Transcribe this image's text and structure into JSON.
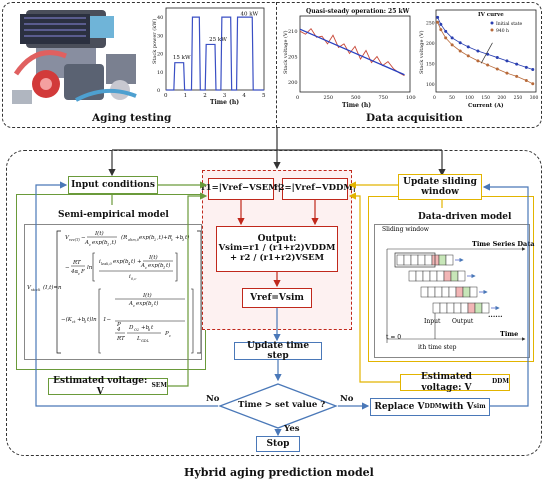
{
  "top": {
    "aging_label": "Aging testing",
    "acq_label": "Data acquisition",
    "power_plot": {
      "ylabel": "Stack power (kW)",
      "xlabel": "Time (h)",
      "xticks": [
        "0",
        "1",
        "2",
        "3",
        "4",
        "5"
      ],
      "yticks": [
        "0",
        "10",
        "20",
        "30",
        "40"
      ],
      "annotations": [
        "15 kW",
        "25 kW",
        "40 kW"
      ]
    },
    "voltage_plot": {
      "title": "Quasi-steady operation: 25 kW",
      "ylabel": "Stack voltage (V)",
      "xlabel": "Time (h)",
      "xticks": [
        "0",
        "250",
        "500",
        "750",
        "1000"
      ],
      "yticks": [
        "200",
        "205",
        "210"
      ]
    },
    "iv_plot": {
      "title": "IV curve",
      "ylabel": "Stack voltage (V)",
      "xlabel": "Current (A)",
      "xticks": [
        "0",
        "50",
        "100",
        "150",
        "200",
        "250",
        "300"
      ],
      "yticks": [
        "100",
        "150",
        "200",
        "250"
      ],
      "legend": [
        "Initial state",
        "940 h"
      ]
    }
  },
  "chart_data": [
    {
      "type": "line",
      "title": "",
      "xlabel": "Time (h)",
      "ylabel": "Stack power (kW)",
      "xlim": [
        0,
        5
      ],
      "ylim": [
        0,
        45
      ],
      "series": [
        {
          "name": "",
          "x": [
            0,
            0.4,
            0.45,
            0.9,
            0.95,
            1.3,
            1.35,
            1.7,
            1.75,
            2.0,
            2.05,
            2.5,
            2.55,
            2.8,
            2.85,
            3.3,
            3.35,
            3.6,
            3.65,
            4.4,
            4.45,
            4.8,
            4.85,
            5.0
          ],
          "values": [
            0,
            0,
            15,
            15,
            0,
            0,
            40,
            40,
            0,
            0,
            25,
            25,
            0,
            0,
            40,
            40,
            0,
            0,
            40,
            40,
            0,
            0,
            0,
            0
          ]
        }
      ]
    },
    {
      "type": "line",
      "title": "Quasi-steady operation: 25 kW",
      "xlabel": "Time (h)",
      "ylabel": "Stack voltage (V)",
      "xlim": [
        0,
        1000
      ],
      "ylim": [
        198,
        213
      ],
      "series": [
        {
          "name": "",
          "x": [
            0,
            50,
            100,
            150,
            200,
            250,
            300,
            350,
            400,
            450,
            500,
            550,
            600,
            650,
            700,
            750,
            800,
            850,
            900,
            950
          ],
          "values": [
            210,
            209.4,
            210.5,
            208.8,
            209,
            207.5,
            209.2,
            206.8,
            207.5,
            205.6,
            207,
            204.5,
            206.2,
            203.8,
            205,
            203.2,
            204,
            202.6,
            201.8,
            201.2
          ]
        },
        {
          "name": "",
          "x": [
            0,
            950
          ],
          "values": [
            210.4,
            201.4
          ]
        }
      ]
    },
    {
      "type": "line",
      "title": "IV curve",
      "xlabel": "Current (A)",
      "ylabel": "Stack voltage (V)",
      "xlim": [
        0,
        310
      ],
      "ylim": [
        80,
        280
      ],
      "series": [
        {
          "name": "Initial state",
          "x": [
            5,
            15,
            30,
            50,
            75,
            100,
            130,
            160,
            190,
            220,
            250,
            280,
            300
          ],
          "values": [
            262,
            245,
            228,
            212,
            200,
            190,
            180,
            172,
            164,
            156,
            148,
            140,
            135
          ]
        },
        {
          "name": "940 h",
          "x": [
            5,
            15,
            30,
            50,
            75,
            100,
            130,
            160,
            190,
            220,
            250,
            280,
            300
          ],
          "values": [
            250,
            232,
            212,
            195,
            180,
            168,
            156,
            146,
            136,
            126,
            118,
            108,
            100
          ]
        }
      ]
    }
  ],
  "main": {
    "title": "Hybrid aging prediction model",
    "input_conditions": "Input conditions",
    "semi_empirical": "Semi-empirical model",
    "est_sem": "Estimated voltage: V",
    "est_sem_sub": "SEM",
    "r1": "r1=|Vref−VSEM|",
    "r2": "r2=|Vref−VDDM|",
    "output_title": "Output:",
    "output_eq1": "Vsim=r1 / (r1+r2)VDDM",
    "output_eq2": "+ r2 / (r1+r2)VSEM",
    "vref": "Vref=Vsim",
    "update_time": "Update time step",
    "decision": "Time > set value ?",
    "no_left": "No",
    "no_right": "No",
    "yes": "Yes",
    "stop": "Stop",
    "update_window": "Update sliding window",
    "data_driven": "Data-driven model",
    "sliding_window": "Sliding window",
    "time_series": "Time Series Data",
    "input": "Input",
    "output": "Output",
    "ith_step": "ith time step",
    "t0": "t = 0",
    "time_axis": "Time",
    "dots": "......",
    "est_ddm": "Estimated voltage: V",
    "est_ddm_sub": "DDM",
    "replace": "Replace V",
    "replace_sub1": "DDM",
    "replace_mid": " with V",
    "replace_sub2": "sim"
  },
  "colors": {
    "green": "#6a9a3a",
    "red": "#c0281c",
    "blue": "#4a78b8",
    "yellow": "#e2b400",
    "light_red": "#f7dede"
  }
}
